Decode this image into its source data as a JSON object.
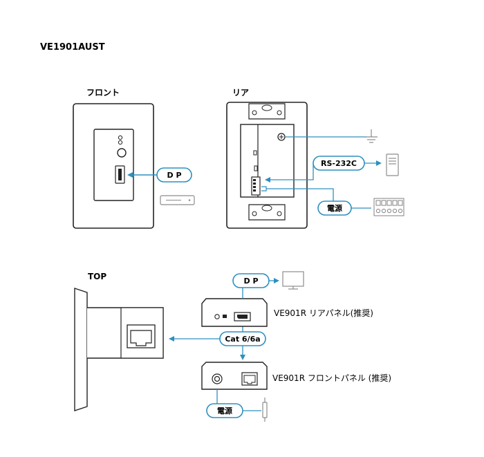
{
  "model": "VE1901AUST",
  "front": {
    "title": "フロント"
  },
  "rear": {
    "title": "リア"
  },
  "top": {
    "title": "TOP"
  },
  "labels": {
    "dp": "D P",
    "rs232c": "RS-232C",
    "power": "電源",
    "cat": "Cat 6/6a"
  },
  "captions": {
    "rear_panel": "VE901R リアパネル(推奨)",
    "front_panel": "VE901R フロントパネル (推奨)"
  },
  "colors": {
    "accent": "#2d8fbf",
    "pill_fill": "#ffffff",
    "outline": "#222222",
    "device_grey": "#8c8c8c"
  },
  "icons": {
    "ground": "ground-icon",
    "pc": "pc-tower-icon",
    "terminal": "terminal-block-icon",
    "monitor": "monitor-icon",
    "source": "source-device-icon",
    "plug": "dc-plug-icon"
  }
}
